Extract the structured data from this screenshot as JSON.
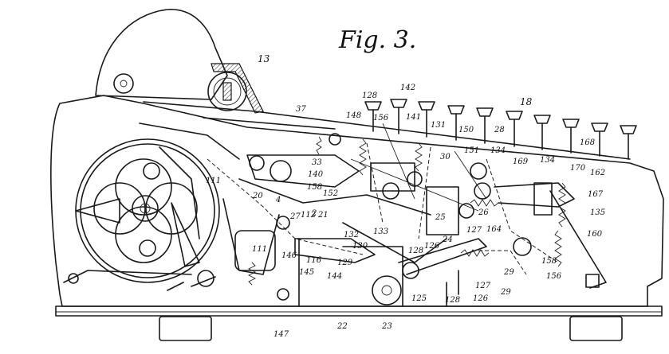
{
  "figure": {
    "title": "Fig. 3.",
    "reference_numerals": [
      "13",
      "18",
      "37",
      "142",
      "128",
      "148",
      "156",
      "141",
      "131",
      "150",
      "28",
      "151",
      "30",
      "134",
      "168",
      "169",
      "134",
      "170",
      "162",
      "33",
      "140",
      "158",
      "152",
      "130",
      "2",
      "21",
      "27",
      "112",
      "111",
      "20",
      "4",
      "111",
      "132",
      "133",
      "25",
      "26",
      "127",
      "164",
      "24",
      "29",
      "167",
      "135",
      "160",
      "158",
      "156",
      "146",
      "116",
      "145",
      "129",
      "144",
      "128",
      "126",
      "127",
      "125",
      "128",
      "126",
      "29",
      "147",
      "22",
      "23"
    ]
  }
}
